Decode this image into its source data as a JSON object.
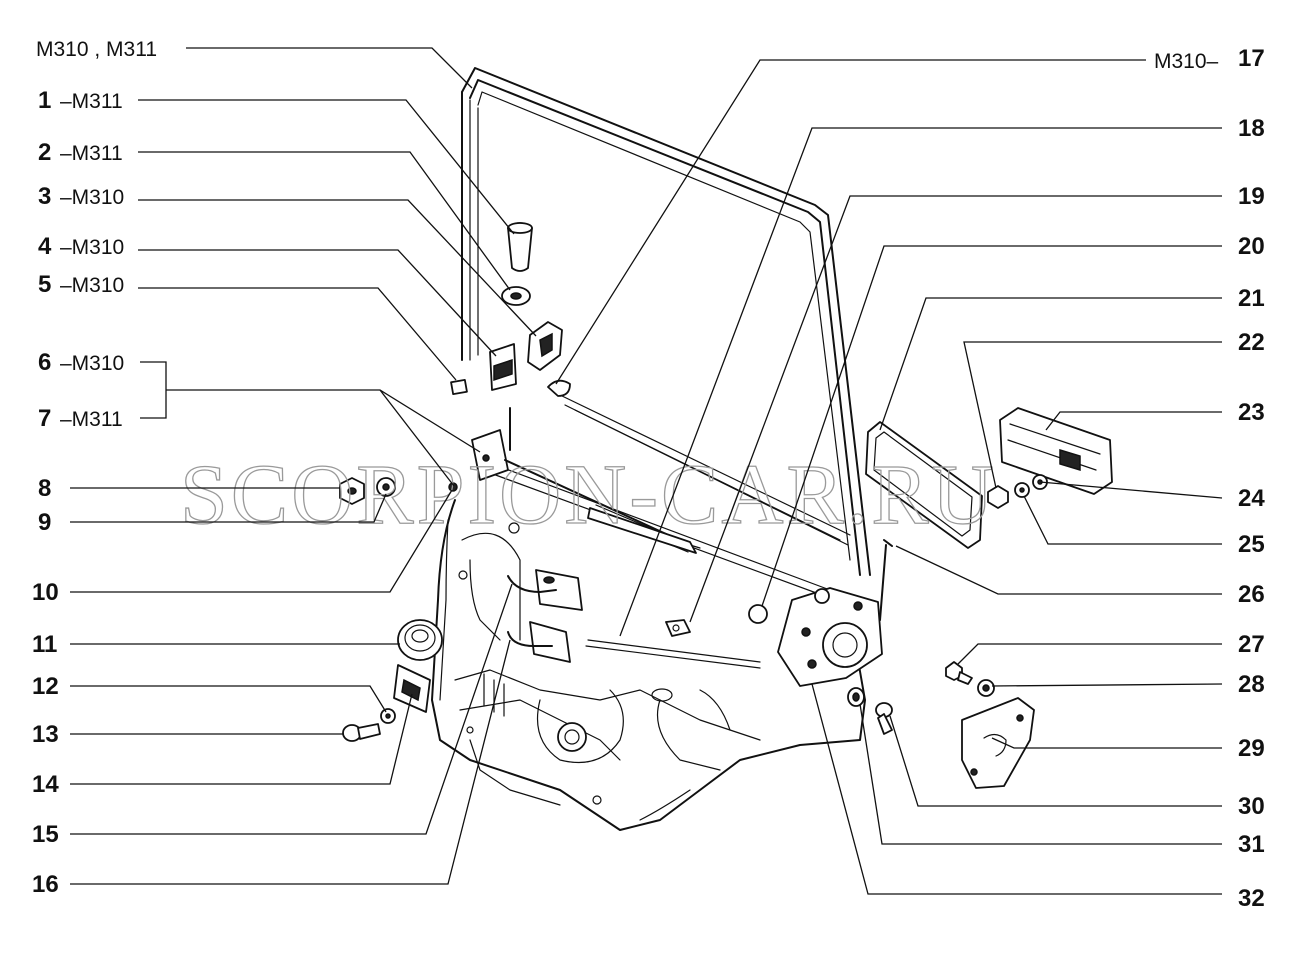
{
  "watermark": "SCORPION-CAR.RU",
  "header_label": "M310 , M311",
  "left_callouts": [
    {
      "num": "1",
      "code": "–M311"
    },
    {
      "num": "2",
      "code": "–M311"
    },
    {
      "num": "3",
      "code": "–M310"
    },
    {
      "num": "4",
      "code": "–M310"
    },
    {
      "num": "5",
      "code": "–M310"
    },
    {
      "num": "6",
      "code": "–M310"
    },
    {
      "num": "7",
      "code": "–M311"
    },
    {
      "num": "8",
      "code": ""
    },
    {
      "num": "9",
      "code": ""
    },
    {
      "num": "10",
      "code": ""
    },
    {
      "num": "11",
      "code": ""
    },
    {
      "num": "12",
      "code": ""
    },
    {
      "num": "13",
      "code": ""
    },
    {
      "num": "14",
      "code": ""
    },
    {
      "num": "15",
      "code": ""
    },
    {
      "num": "16",
      "code": ""
    }
  ],
  "right_callouts": [
    {
      "num": "17",
      "code": "M310–"
    },
    {
      "num": "18",
      "code": ""
    },
    {
      "num": "19",
      "code": ""
    },
    {
      "num": "20",
      "code": ""
    },
    {
      "num": "21",
      "code": ""
    },
    {
      "num": "22",
      "code": ""
    },
    {
      "num": "23",
      "code": ""
    },
    {
      "num": "24",
      "code": ""
    },
    {
      "num": "25",
      "code": ""
    },
    {
      "num": "26",
      "code": ""
    },
    {
      "num": "27",
      "code": ""
    },
    {
      "num": "28",
      "code": ""
    },
    {
      "num": "29",
      "code": ""
    },
    {
      "num": "30",
      "code": ""
    },
    {
      "num": "31",
      "code": ""
    },
    {
      "num": "32",
      "code": ""
    }
  ]
}
